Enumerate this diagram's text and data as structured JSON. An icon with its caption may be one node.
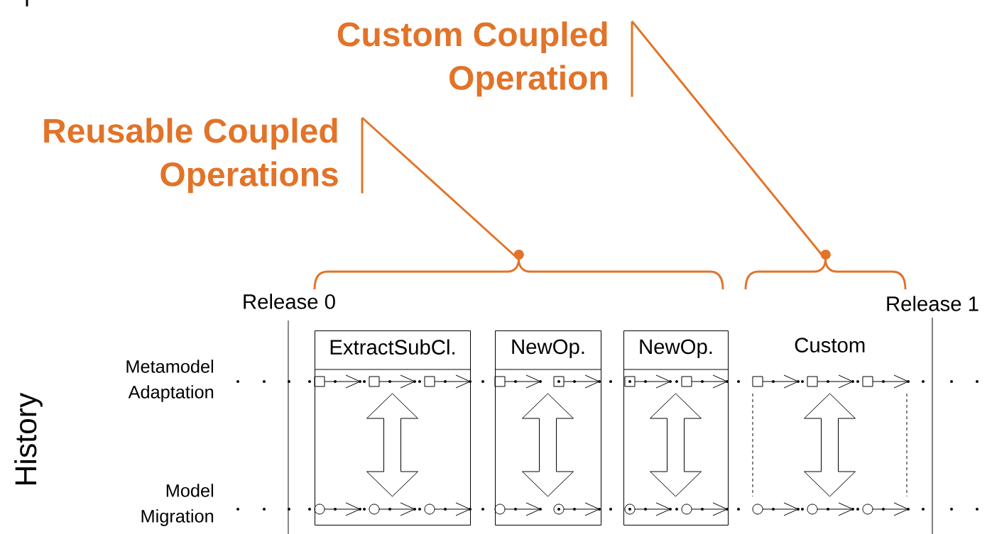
{
  "diagram": {
    "nodes": [
      {
        "text": [
          "Custom Coupled Operation"
        ]
      },
      {
        "text": [
          "Reusable Coupled Operations"
        ]
      },
      {
        "text": [],
        "shape": "brace"
      },
      {
        "text": [],
        "shape": "brace"
      },
      {
        "text": [
          "ExtractSubCl."
        ]
      },
      {
        "text": [
          "NewOp."
        ]
      },
      {
        "text": [
          "NewOp."
        ]
      },
      {
        "text": [
          "Custom"
        ]
      }
    ],
    "edges": [
      {
        "from": 0,
        "to": 3,
        "arrow": "other"
      },
      {
        "from": 1,
        "to": 2,
        "arrow": "other"
      }
    ],
    "labels": [
      "Release 0",
      "Release 1",
      "Metamodel Adaptation",
      "History",
      "Model Migration"
    ]
  }
}
